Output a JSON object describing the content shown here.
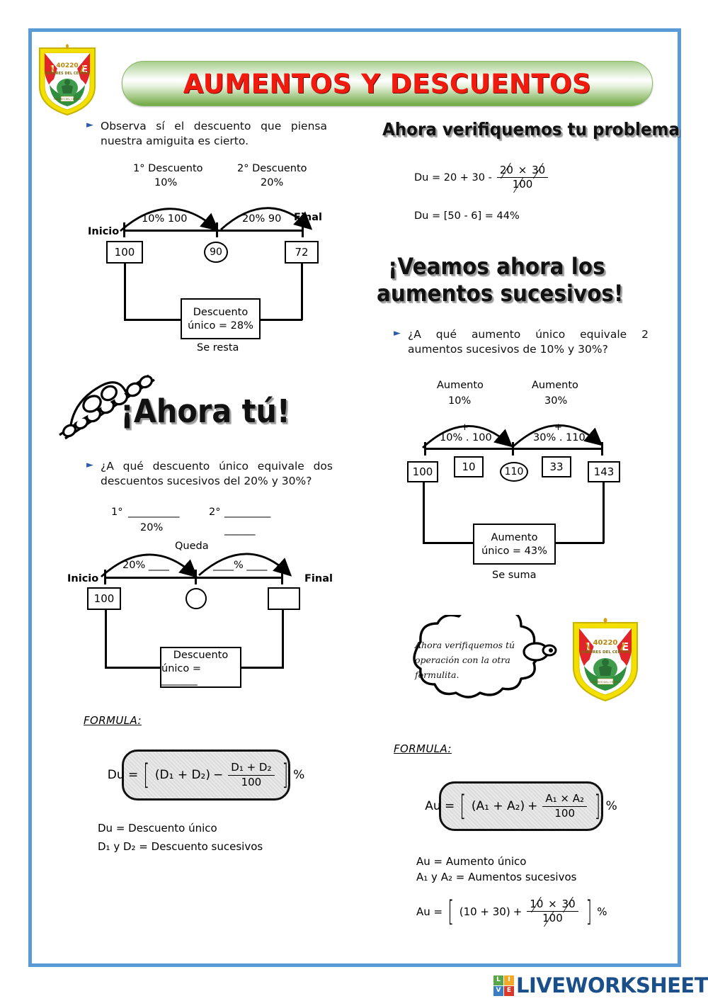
{
  "page": {
    "frame_color": "#5b9bd5",
    "background": "#ffffff"
  },
  "header": {
    "title": "AUMENTOS Y DESCUENTOS",
    "title_color": "#f01b0e",
    "banner_color": "#6fa842",
    "badge": {
      "name": "school-crest",
      "number": "40220",
      "left_letter": "I",
      "right_letter": "E"
    }
  },
  "left_column": {
    "intro_bullet": "Observa sí el descuento que piensa nuestra amiguita es cierto.",
    "diagram1": {
      "step1_title": "1° Descuento",
      "step1_pct": "10%",
      "step2_title": "2° Descuento",
      "step2_pct": "20%",
      "arc1_label": "10% 100",
      "arc2_label": "20% 90",
      "start_label": "Inicio",
      "end_label": "Final",
      "box_start": "100",
      "circle_mid": "90",
      "box_end": "72",
      "result_line1": "Descuento",
      "result_line2": "único = 28%",
      "footer_note": "Se resta"
    },
    "ahora_tu_title": "¡Ahora tú!",
    "exercise_bullet": "¿A qué descuento único equivale dos descuentos sucesivos del 20% y 30%?",
    "diagram2": {
      "step1_prefix": "1°",
      "step1_blank": "__________",
      "step1_pct": "20%",
      "step2_prefix": "2°",
      "step2_blank": "_________",
      "step2_blank2": "______",
      "queda_label": "Queda",
      "arc1_label": "20% ____",
      "arc2_label": "____% ____",
      "start_label": "Inicio",
      "end_label": "Final",
      "box_start": "100",
      "circle_mid": "",
      "box_end": "",
      "result_line1": "Descuento",
      "result_line2": "único = _______"
    },
    "formula_label": "FORMULA:",
    "formula": {
      "lhs": "Du =",
      "group": "(D₁ + D₂)",
      "operator": "−",
      "num": "D₁ + D₂",
      "den": "100",
      "unit": "%"
    },
    "definitions": [
      "Du = Descuento único",
      "D₁ y D₂ = Descuento sucesivos"
    ]
  },
  "right_column": {
    "verify_title": "Ahora verifiquemos tu problema",
    "verify_eq1": {
      "lhs": "Du = 20 + 30 -",
      "num_a": "2",
      "num_b": "3",
      "zero": "0",
      "den": "1",
      "den_zeros": "00"
    },
    "verify_eq2": "Du = [50 - 6] = 44%",
    "aumentos_title_line1": "¡Veamos ahora los",
    "aumentos_title_line2": "aumentos sucesivos!",
    "aumentos_bullet": "¿A qué aumento único equivale 2 aumentos sucesivos de 10% y 30%?",
    "diagram3": {
      "step1_title": "Aumento",
      "step1_pct": "10%",
      "step2_title": "Aumento",
      "step2_pct": "30%",
      "plus1": "+",
      "plus2": "+",
      "arc1_label": "10% . 100",
      "arc2_label": "30% . 110",
      "box_start": "100",
      "box_add1": "10",
      "circle_mid": "110",
      "box_add2": "33",
      "box_end": "143",
      "result_line1": "Aumento",
      "result_line2": "único = 43%",
      "footer_note": "Se suma"
    },
    "thought_bubble": "Ahora verifiquemos tú operación con la otra formulita.",
    "badge": {
      "name": "school-crest",
      "number": "40220",
      "left_letter": "I",
      "right_letter": "E"
    },
    "formula_label": "FORMULA:",
    "formula": {
      "lhs": "Au =",
      "group": "(A₁ + A₂)",
      "operator": "+",
      "num": "A₁ × A₂",
      "den": "100",
      "unit": "%"
    },
    "definitions": [
      "Au = Aumento único",
      "A₁ y A₂ = Aumentos sucesivos"
    ],
    "final_eq": {
      "lhs": "Au =",
      "group": "(10 + 30)",
      "operator": "+",
      "num_a": "1",
      "num_b": "3",
      "zero": "0",
      "den": "1",
      "den_zeros": "00",
      "unit": "%"
    }
  },
  "footer": {
    "brand": "LIVEWORKSHEETS",
    "logo_letters": [
      "L",
      "I",
      "V",
      "E"
    ],
    "logo_colors": [
      "#5aa74a",
      "#f0a92b",
      "#3a7ec4",
      "#d8392b"
    ]
  }
}
